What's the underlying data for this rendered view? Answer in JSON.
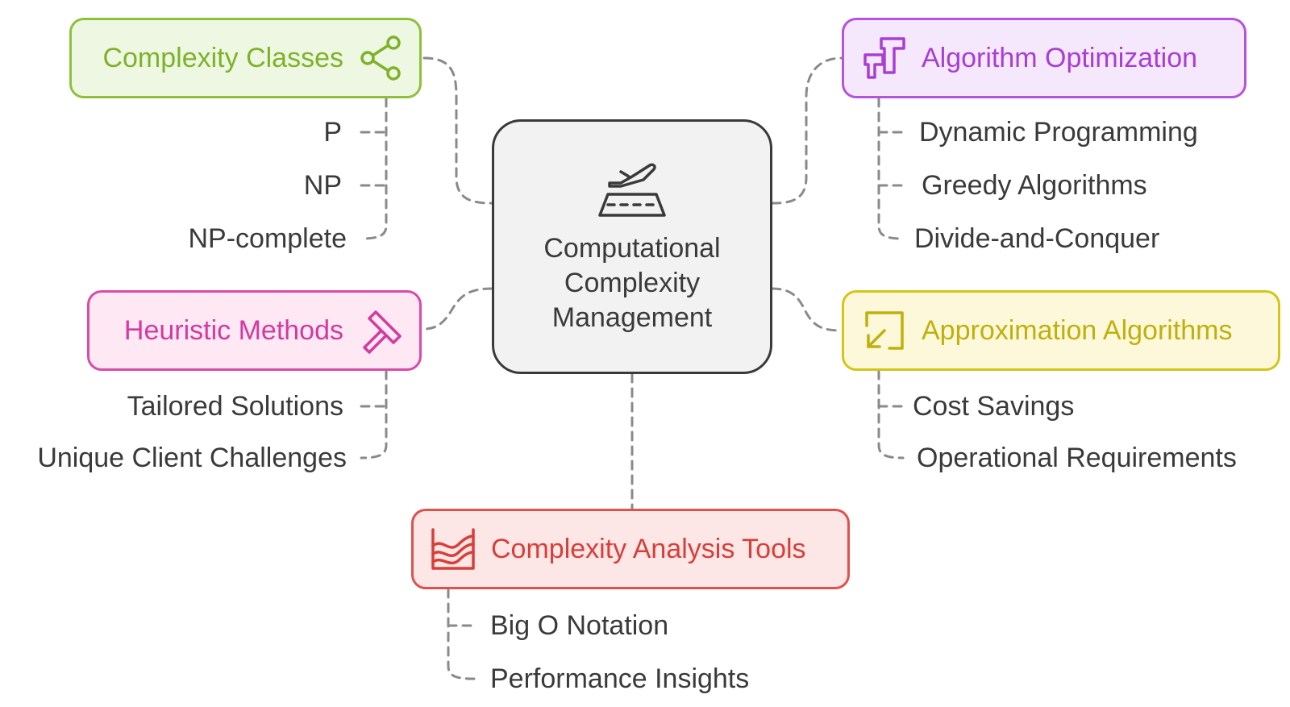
{
  "center": {
    "title": "Computational\nComplexity\nManagement",
    "icon": "airplane-landing-icon"
  },
  "branches": {
    "complexity_classes": {
      "label": "Complexity Classes",
      "icon": "share-icon",
      "color": "#8dc13a",
      "items": [
        "P",
        "NP",
        "NP-complete"
      ]
    },
    "heuristic_methods": {
      "label": "Heuristic Methods",
      "icon": "hammer-icon",
      "color": "#d94aa9",
      "items": [
        "Tailored Solutions",
        "Unique Client Challenges"
      ]
    },
    "algorithm_optimization": {
      "label": "Algorithm Optimization",
      "icon": "steps-icon",
      "color": "#b552de",
      "items": [
        "Dynamic Programming",
        "Greedy Algorithms",
        "Divide-and-Conquer"
      ]
    },
    "approximation_algorithms": {
      "label": "Approximation Algorithms",
      "icon": "shrink-arrow-icon",
      "color": "#d5c518",
      "items": [
        "Cost Savings",
        "Operational Requirements"
      ]
    },
    "complexity_analysis_tools": {
      "label": "Complexity Analysis Tools",
      "icon": "area-chart-icon",
      "color": "#e0504c",
      "items": [
        "Big O Notation",
        "Performance Insights"
      ]
    }
  }
}
